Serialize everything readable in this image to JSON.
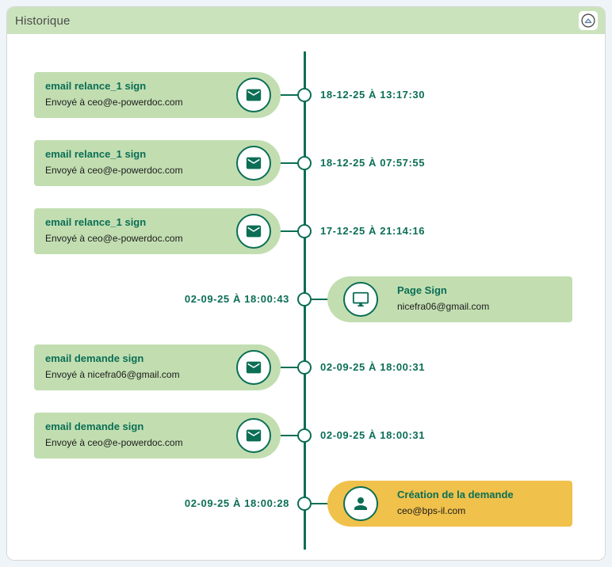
{
  "header": {
    "title": "Historique",
    "collapse_button": {
      "icon": "chevron-up-circle-icon"
    }
  },
  "colors": {
    "accent_green": "#0b6e55",
    "card_green": "#c2deb1",
    "card_yellow": "#f0c14b",
    "header_green": "#cbe3bc",
    "page_bg": "#eef4f8"
  },
  "timeline": {
    "events": [
      {
        "side": "left",
        "color": "green",
        "icon": "envelope-icon",
        "title": "email relance_1 sign",
        "subtitle": "Envoyé à ceo@e-powerdoc.com",
        "timestamp": "18-12-25 À 13:17:30"
      },
      {
        "side": "left",
        "color": "green",
        "icon": "envelope-icon",
        "title": "email relance_1 sign",
        "subtitle": "Envoyé à ceo@e-powerdoc.com",
        "timestamp": "18-12-25 À 07:57:55"
      },
      {
        "side": "left",
        "color": "green",
        "icon": "envelope-icon",
        "title": "email relance_1 sign",
        "subtitle": "Envoyé à ceo@e-powerdoc.com",
        "timestamp": "17-12-25 À 21:14:16"
      },
      {
        "side": "right",
        "color": "green",
        "icon": "monitor-icon",
        "title": "Page Sign",
        "subtitle": "nicefra06@gmail.com",
        "timestamp": "02-09-25 À 18:00:43"
      },
      {
        "side": "left",
        "color": "green",
        "icon": "envelope-icon",
        "title": "email demande sign",
        "subtitle": "Envoyé à nicefra06@gmail.com",
        "timestamp": "02-09-25 À 18:00:31"
      },
      {
        "side": "left",
        "color": "green",
        "icon": "envelope-icon",
        "title": "email demande sign",
        "subtitle": "Envoyé à ceo@e-powerdoc.com",
        "timestamp": "02-09-25 À 18:00:31"
      },
      {
        "side": "right",
        "color": "yellow",
        "icon": "person-icon",
        "title": "Création de la demande",
        "subtitle": "ceo@bps-il.com",
        "timestamp": "02-09-25 À 18:00:28"
      }
    ]
  }
}
